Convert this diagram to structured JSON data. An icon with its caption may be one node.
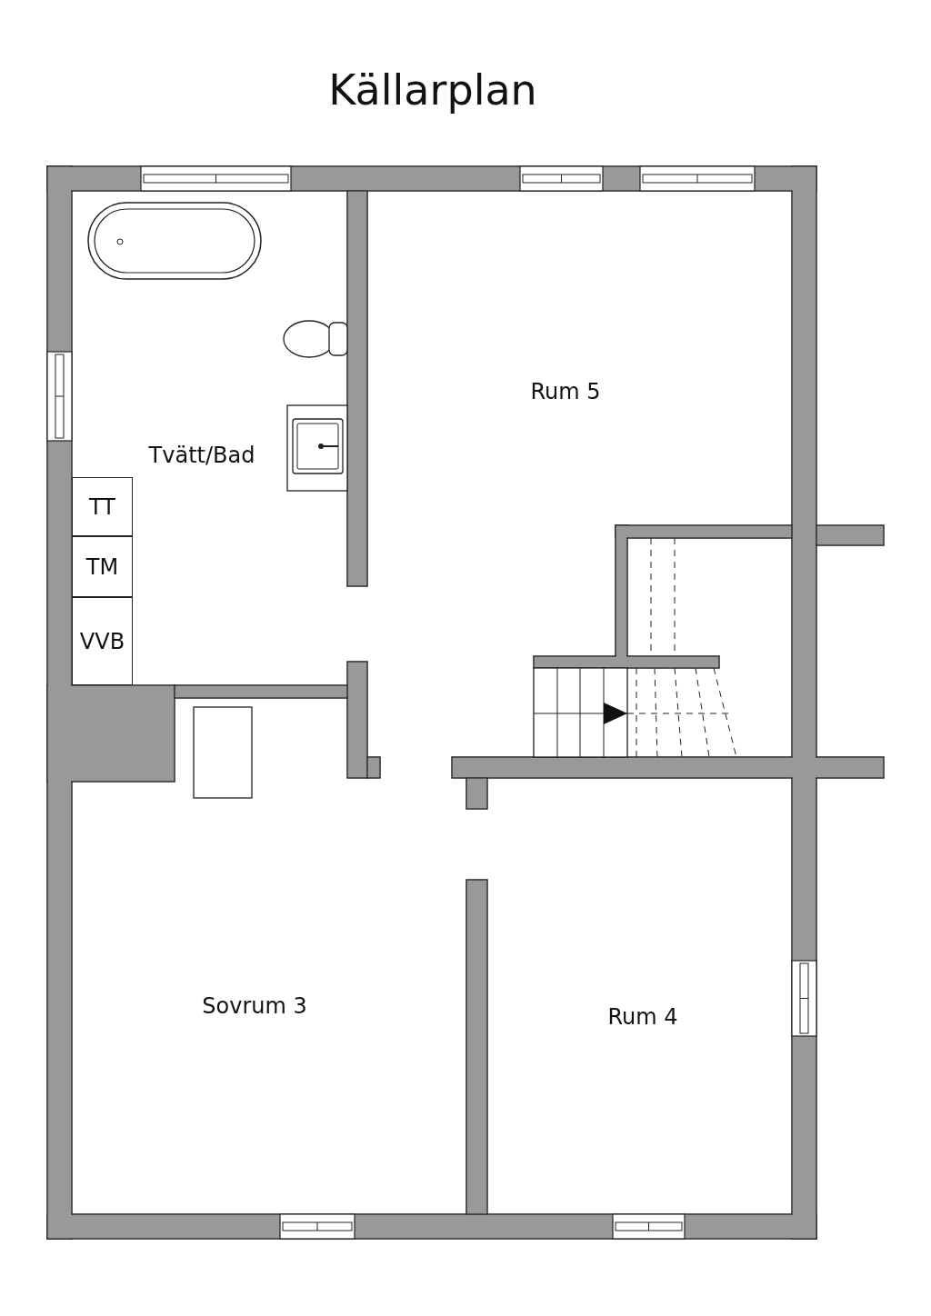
{
  "diagram": {
    "title": "Källarplan",
    "nodes": [
      {
        "text": [
          "TT"
        ]
      },
      {
        "text": [
          "TM"
        ]
      },
      {
        "text": [
          "VVB"
        ]
      }
    ],
    "labels": [
      "Tvätt/Bad",
      "Rum 5",
      "Sovrum 3",
      "Rum 4"
    ]
  }
}
